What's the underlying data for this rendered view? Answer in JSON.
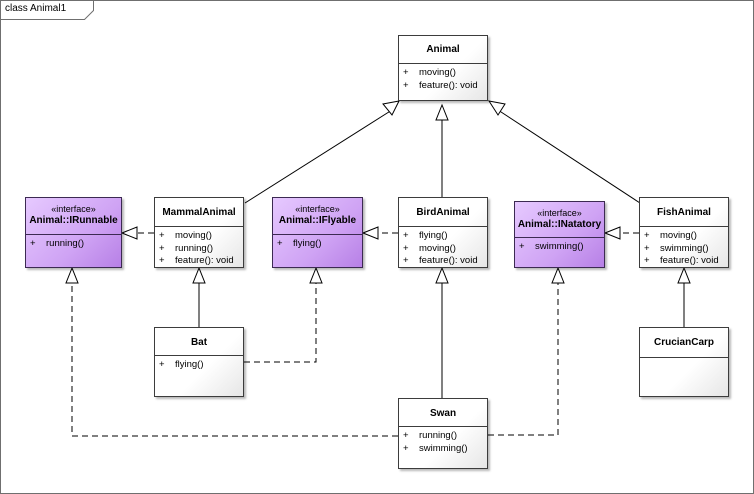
{
  "frame": {
    "title": "class Animal1"
  },
  "classes": {
    "animal": {
      "name": "Animal",
      "ops": [
        {
          "vis": "+",
          "sig": "moving()"
        },
        {
          "vis": "+",
          "sig": "feature(): void"
        }
      ]
    },
    "irunnable": {
      "stereotype": "«interface»",
      "name": "Animal::IRunnable",
      "ops": [
        {
          "vis": "+",
          "sig": "running()"
        }
      ]
    },
    "mammal": {
      "name": "MammalAnimal",
      "ops": [
        {
          "vis": "+",
          "sig": "moving()"
        },
        {
          "vis": "+",
          "sig": "running()"
        },
        {
          "vis": "+",
          "sig": "feature(): void"
        }
      ]
    },
    "iflyable": {
      "stereotype": "«interface»",
      "name": "Animal::IFlyable",
      "ops": [
        {
          "vis": "+",
          "sig": "flying()"
        }
      ]
    },
    "bird": {
      "name": "BirdAnimal",
      "ops": [
        {
          "vis": "+",
          "sig": "flying()"
        },
        {
          "vis": "+",
          "sig": "moving()"
        },
        {
          "vis": "+",
          "sig": "feature(): void"
        }
      ]
    },
    "inatatory": {
      "stereotype": "«interface»",
      "name": "Animal::INatatory",
      "ops": [
        {
          "vis": "+",
          "sig": "swimming()"
        }
      ]
    },
    "fish": {
      "name": "FishAnimal",
      "ops": [
        {
          "vis": "+",
          "sig": "moving()"
        },
        {
          "vis": "+",
          "sig": "swimming()"
        },
        {
          "vis": "+",
          "sig": "feature(): void"
        }
      ]
    },
    "bat": {
      "name": "Bat",
      "ops": [
        {
          "vis": "+",
          "sig": "flying()"
        }
      ]
    },
    "swan": {
      "name": "Swan",
      "ops": [
        {
          "vis": "+",
          "sig": "running()"
        },
        {
          "vis": "+",
          "sig": "swimming()"
        }
      ]
    },
    "cruciancarp": {
      "name": "CrucianCarp",
      "ops": []
    }
  }
}
